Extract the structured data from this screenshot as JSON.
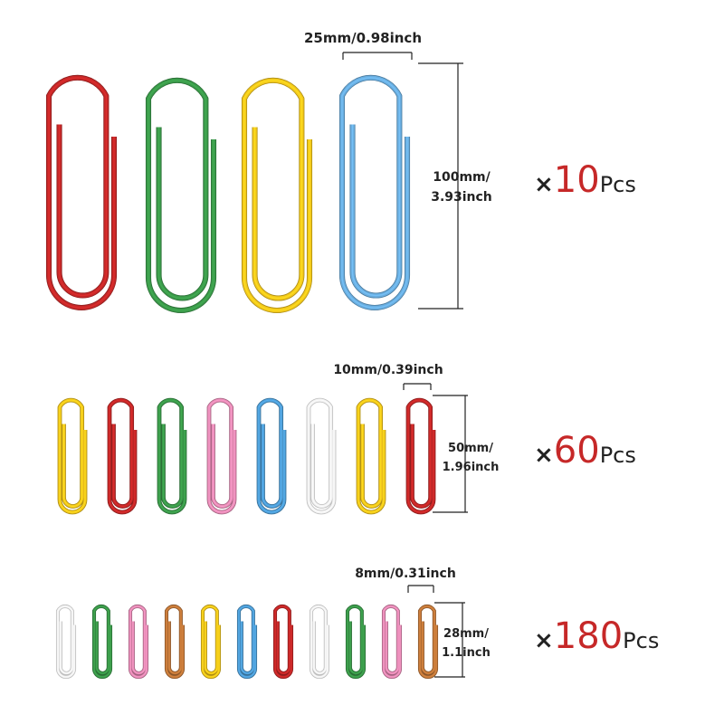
{
  "rows": [
    {
      "width_label": "25mm/0.98inch",
      "height_label_line1": "100mm/",
      "height_label_line2": "3.93inch",
      "qty_prefix": "×",
      "qty_number": "10",
      "qty_unit": "Pcs",
      "clip_colors": [
        "#c62828",
        "#3b9a4a",
        "#f3c81b",
        "#6aaee0"
      ]
    },
    {
      "width_label": "10mm/0.39inch",
      "height_label_line1": "50mm/",
      "height_label_line2": "1.96inch",
      "qty_prefix": "×",
      "qty_number": "60",
      "qty_unit": "Pcs",
      "clip_colors": [
        "#f3c81b",
        "#c62828",
        "#3b9a4a",
        "#e98cb7",
        "#4f9fd8",
        "#f2f2f2",
        "#f3c81b",
        "#c62828"
      ]
    },
    {
      "width_label": "8mm/0.31inch",
      "height_label_line1": "28mm/",
      "height_label_line2": "1.1inch",
      "qty_prefix": "×",
      "qty_number": "180",
      "qty_unit": "Pcs",
      "clip_colors": [
        "#f2f2f2",
        "#3b9a4a",
        "#e98cb7",
        "#c57a3a",
        "#f3c81b",
        "#4f9fd8",
        "#c62828",
        "#f2f2f2",
        "#3b9a4a",
        "#e98cb7",
        "#c57a3a"
      ]
    }
  ]
}
